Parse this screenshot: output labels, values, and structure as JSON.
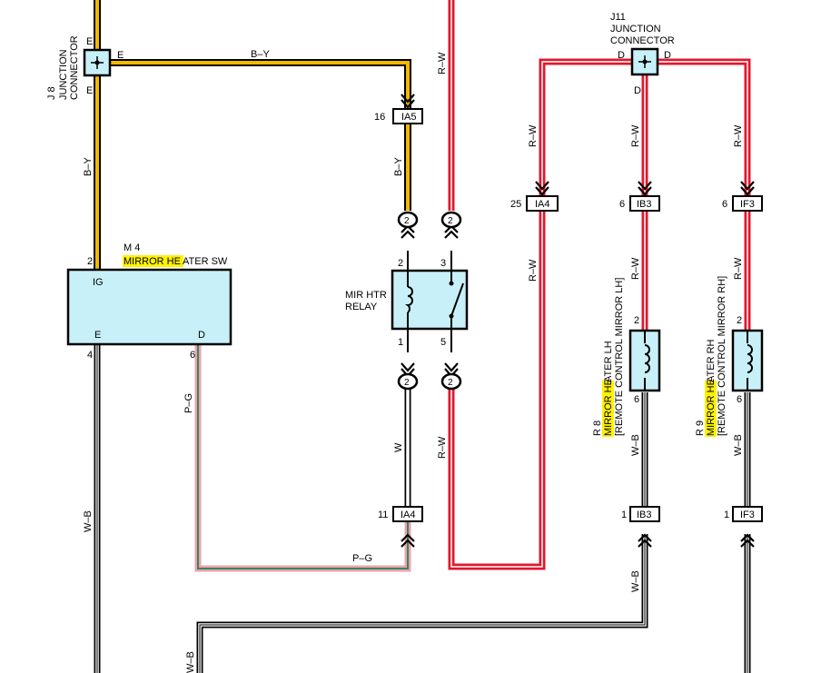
{
  "colors": {
    "wire_outline": "#000000",
    "yellow_wire": "#f5b800",
    "red_wire": "#e0182d",
    "pink_wire": "#f0a0b0",
    "green_stripe": "#2e8b57",
    "component_fill": "#c8f0f8",
    "highlight": "#fff200"
  },
  "components": {
    "j8": {
      "id": "J 8",
      "name_line1": "JUNCTION",
      "name_line2": "CONNECTOR",
      "pin_top": "E",
      "pin_right": "E",
      "pin_bottom": "E"
    },
    "j11": {
      "id": "J11",
      "name_line1": "JUNCTION",
      "name_line2": "CONNECTOR",
      "pin_left": "D",
      "pin_right": "D",
      "pin_bottom": "D"
    },
    "m4": {
      "id": "M 4",
      "name_hl": "MIRROR HE",
      "name_rest": "ATER SW",
      "pin_ig": "IG",
      "pin_e": "E",
      "pin_d": "D",
      "pin_no_top": "2",
      "pin_no_e": "4",
      "pin_no_d": "6"
    },
    "relay": {
      "line1": "MIR HTR",
      "line2": "RELAY",
      "pin_2": "2",
      "pin_3": "3",
      "pin_1": "1",
      "pin_5": "5",
      "plug_label": "2"
    },
    "r8": {
      "id": "R 8",
      "name_hl": "MIRROR HE",
      "name_rest": "ATER LH",
      "sub": "[REMOTE CONTROL MIRROR LH]",
      "pin_top": "2",
      "pin_bottom": "6"
    },
    "r9": {
      "id": "R 9",
      "name_hl": "MIRROR HE",
      "name_rest": "ATER RH",
      "sub": "[REMOTE CONTROL MIRROR RH]",
      "pin_top": "2",
      "pin_bottom": "6"
    }
  },
  "connectors": {
    "ia5": {
      "label": "IA5",
      "pin": "16"
    },
    "ia4_top": {
      "label": "IA4",
      "pin": "25"
    },
    "ib3_top": {
      "label": "IB3",
      "pin": "6"
    },
    "if3_top": {
      "label": "IF3",
      "pin": "6"
    },
    "ia4_bottom": {
      "label": "IA4",
      "pin": "11"
    },
    "ib3_bottom": {
      "label": "IB3",
      "pin": "1"
    },
    "if3_bottom": {
      "label": "IF3",
      "pin": "1"
    }
  },
  "wire_labels": {
    "by_top": "B–Y",
    "by_left": "B–Y",
    "by_mid": "B–Y",
    "rw_top": "R–W",
    "rw_1": "R–W",
    "rw_2": "R–W",
    "rw_3": "R–W",
    "rw_4": "R–W",
    "rw_5": "R–W",
    "rw_6": "R–W",
    "rw_7": "R–W",
    "pg_left": "P–G",
    "pg_bottom": "P–G",
    "w": "W",
    "wb_left": "W–B",
    "wb_r8": "W–B",
    "wb_r9": "W–B",
    "wb_bottom": "W–B",
    "wb_bottom_left": "W–B"
  }
}
